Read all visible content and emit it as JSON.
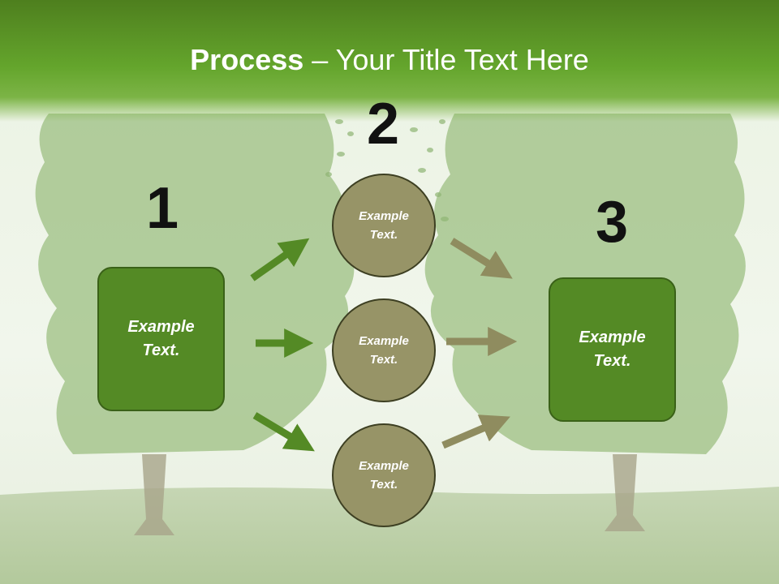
{
  "slide": {
    "title_bold": "Process",
    "title_rest": " – Your Title Text Here"
  },
  "steps": {
    "one": {
      "number": "1",
      "box_text": "Example Text."
    },
    "two": {
      "number": "2",
      "circles": [
        "Example Text.",
        "Example Text.",
        "Example Text."
      ]
    },
    "three": {
      "number": "3",
      "box_text": "Example Text."
    }
  },
  "colors": {
    "title_bar": "#64a52c",
    "box_fill": "#548a25",
    "circle_fill": "#979467",
    "arrow_green": "#548a25",
    "arrow_olive": "#8f8c5f"
  },
  "icons": {
    "background": "tree-silhouettes-illustration",
    "arrows": "arrow-icon"
  }
}
